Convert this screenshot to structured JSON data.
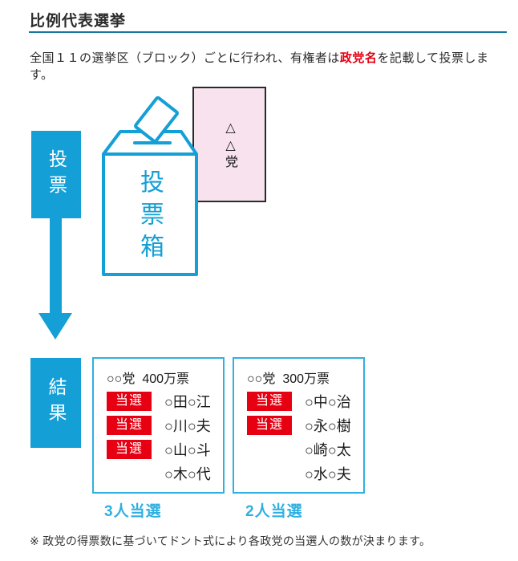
{
  "page": {
    "title": "比例代表選挙",
    "description": {
      "before": "全国１１の選挙区（ブロック）ごとに行われ、有権者は",
      "highlight": "政党名",
      "after": "を記載して投票します。"
    },
    "footnote": "※ 政党の得票数に基づいてドント式により各政党の当選人の数が決まります。"
  },
  "diagram": {
    "stage_vote": "投票",
    "stage_result": "結果",
    "ballot_party": "△△党",
    "ballot_box_label": "投票箱",
    "results": [
      {
        "party": "○○党",
        "votes": "400万票",
        "rows": [
          {
            "badge": "当選",
            "name": "○田○江"
          },
          {
            "badge": "当選",
            "name": "○川○夫"
          },
          {
            "badge": "当選",
            "name": "○山○斗"
          },
          {
            "badge": "",
            "name": "○木○代"
          }
        ],
        "summary": "3人当選"
      },
      {
        "party": "○○党",
        "votes": "300万票",
        "rows": [
          {
            "badge": "当選",
            "name": "○中○治"
          },
          {
            "badge": "当選",
            "name": "○永○樹"
          },
          {
            "badge": "",
            "name": "○崎○太"
          },
          {
            "badge": "",
            "name": "○水○夫"
          }
        ],
        "summary": "2人当選"
      }
    ]
  },
  "colors": {
    "accent_blue": "#149fd6",
    "light_blue": "#2fb0e2",
    "badge_red": "#e60012",
    "highlight_red": "#e60012",
    "ballot_pink": "#f7e2ee",
    "rule_teal": "#15789c",
    "text_dark": "#2b2b2b"
  }
}
